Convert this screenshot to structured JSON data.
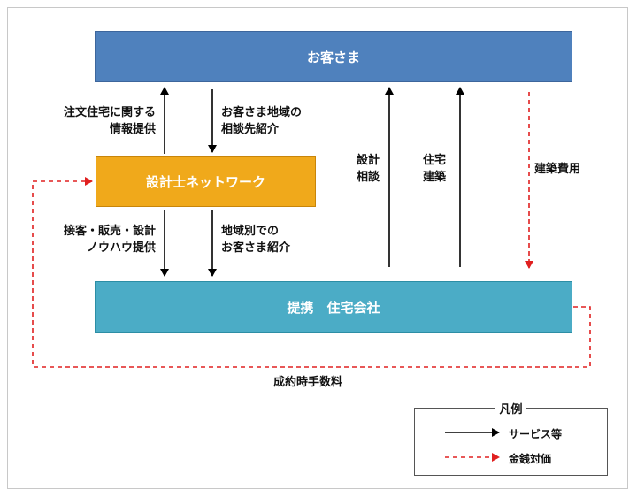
{
  "colors": {
    "customer_box": "#4f81bd",
    "network_box": "#f0a91b",
    "builder_box": "#4bacc6",
    "service_arrow": "#000000",
    "money_arrow": "#e02020"
  },
  "boxes": {
    "customer": "お客さま",
    "network": "設計士ネットワーク",
    "builder": "提携　住宅会社"
  },
  "labels": {
    "net_to_customer": [
      "注文住宅に関する",
      "情報提供"
    ],
    "customer_to_net": [
      "お客さま地域の",
      "相談先紹介"
    ],
    "net_to_builder": [
      "接客・販売・設計",
      "ノウハウ提供"
    ],
    "builder_to_net": [
      "地域別での",
      "お客さま紹介"
    ],
    "design_consult": [
      "設計",
      "相談"
    ],
    "house_build": [
      "住宅",
      "建築"
    ],
    "construction_cost": "建築費用",
    "commission": "成約時手数料"
  },
  "legend": {
    "title": "凡例",
    "service": "サービス等",
    "money": "金銭対価"
  }
}
